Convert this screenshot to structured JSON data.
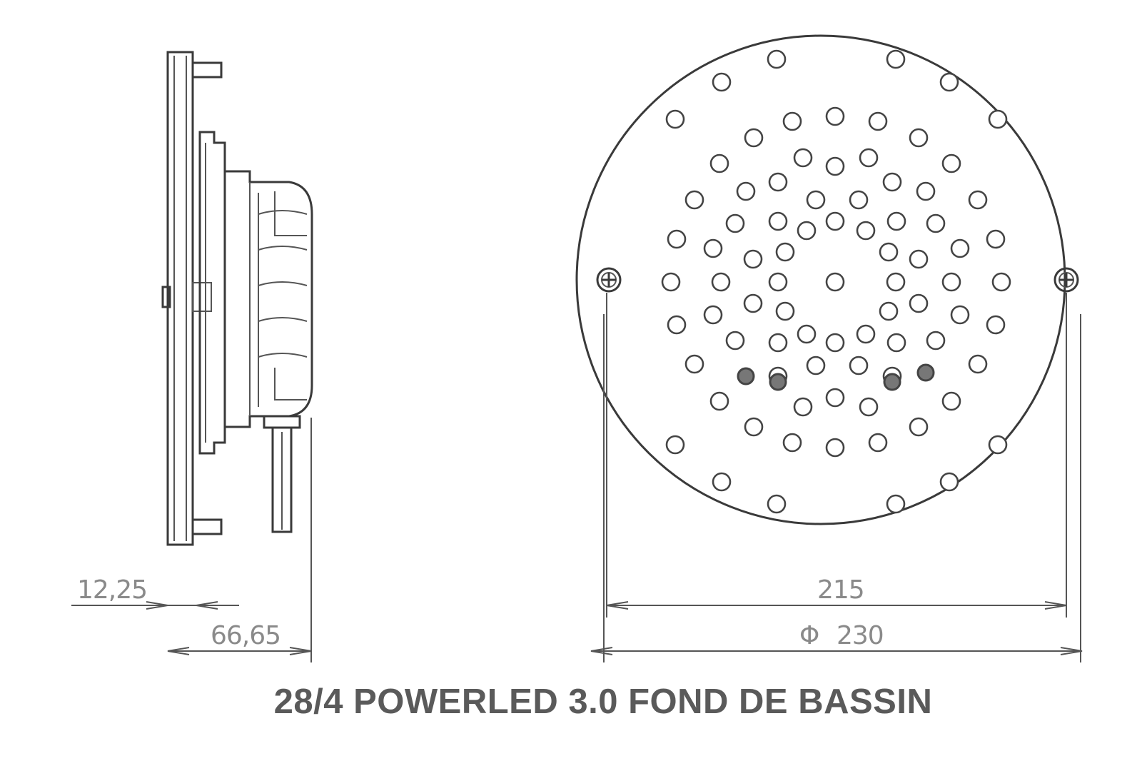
{
  "dimensions": {
    "flange_thickness": "12,25",
    "total_depth": "66,65",
    "fixing_centres": "215",
    "diameter_symbol": "Φ",
    "outer_diameter": "230"
  },
  "caption": "28/4 POWERLED 3.0 FOND DE BASSIN",
  "colors": {
    "line": "#3a3a3a",
    "dimension": "#8a8a8a",
    "caption": "#5a5a5a"
  }
}
